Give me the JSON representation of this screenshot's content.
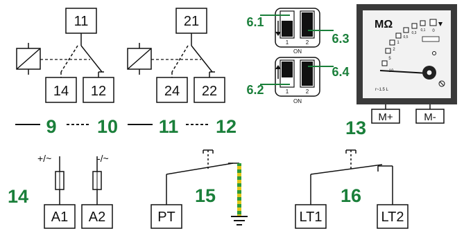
{
  "relay1": {
    "common": "11",
    "nc": "14",
    "no": "12"
  },
  "relay2": {
    "common": "21",
    "nc": "24",
    "no": "22"
  },
  "legend": {
    "n9": "9",
    "n10": "10",
    "n11": "11",
    "n12": "12",
    "n13": "13"
  },
  "switches": {
    "s61": "6.1",
    "s63": "6.3",
    "s62": "6.2",
    "s64": "6.4",
    "pos1": "1",
    "pos2": "2",
    "on": "ON"
  },
  "meter": {
    "unit": "MΩ",
    "scale": [
      "0",
      "0,1",
      "0,3",
      "0,5",
      "1",
      "2",
      "5",
      "10"
    ],
    "marking": "r~1.5 L",
    "plus_terminal": "M+",
    "minus_terminal": "M-"
  },
  "supply": {
    "plus": "+/~",
    "minus": "-/~",
    "a1": "A1",
    "a2": "A2",
    "number": "14"
  },
  "pt_block": {
    "label": "PT",
    "number": "15"
  },
  "lt_block": {
    "lt1": "LT1",
    "lt2": "LT2",
    "number": "16"
  },
  "colors": {
    "green": "#1a7f3a",
    "earth_yellow": "#e3c619",
    "earth_green": "#2c9a3c"
  }
}
